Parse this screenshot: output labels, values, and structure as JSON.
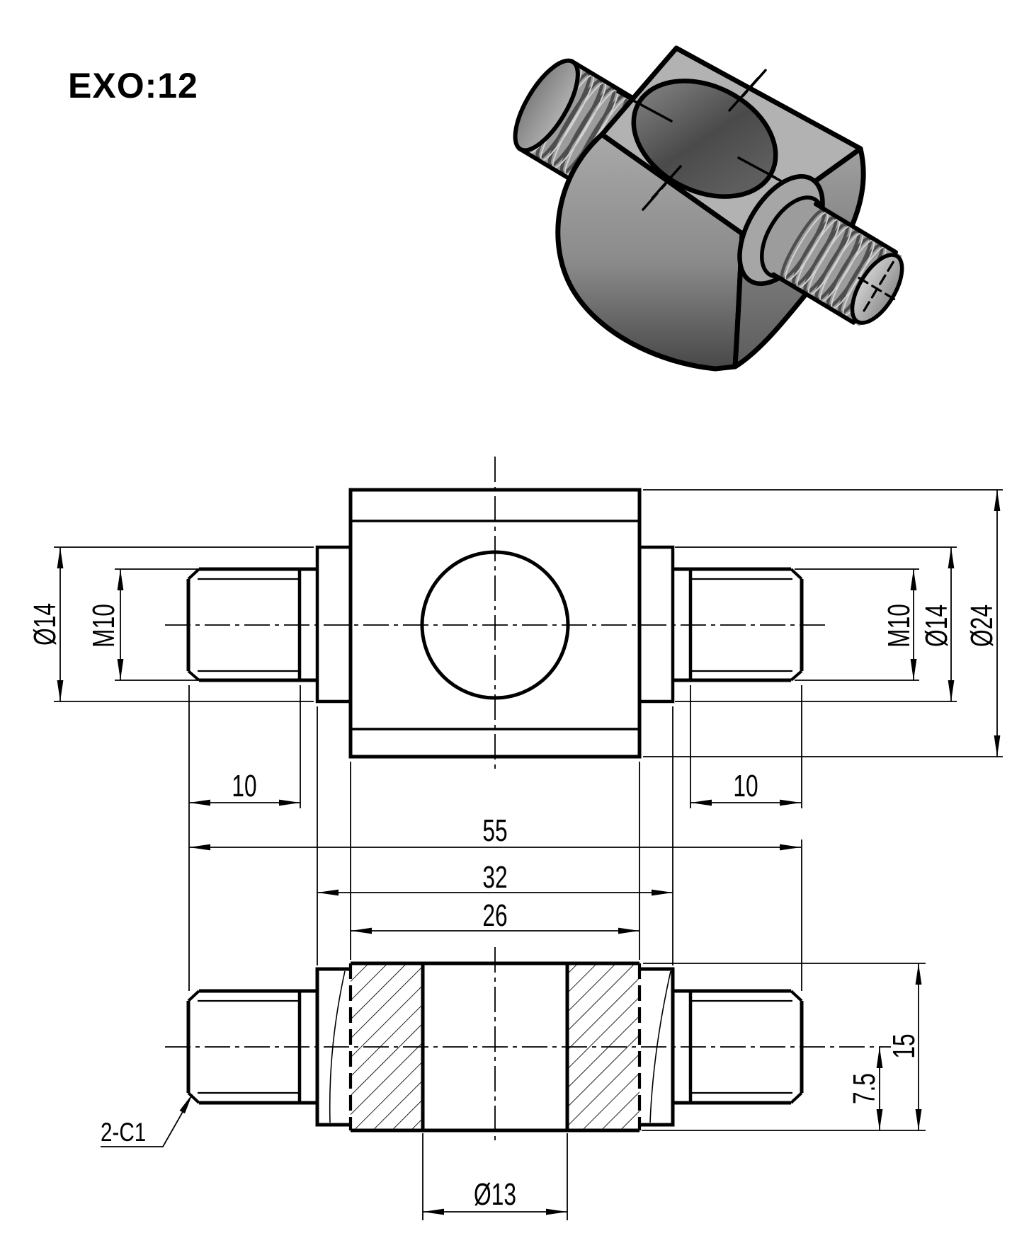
{
  "title": "EXO:12",
  "front_view": {
    "labels": {
      "left_dia": "Ø14",
      "left_thread": "M10",
      "right_thread": "M10",
      "right_dia": "Ø14",
      "right_outer_dia": "Ø24",
      "left_stud_length": "10",
      "right_stud_length": "10"
    }
  },
  "section_view": {
    "labels": {
      "overall_length": "55",
      "shoulder_span": "32",
      "body_length": "26",
      "bore_dia": "Ø13",
      "body_height": "15",
      "half_height": "7.5",
      "chamfer_note": "2-C1"
    }
  },
  "colors": {
    "line": "#000000",
    "background": "#ffffff",
    "iso_light": "#b2b2b2",
    "iso_mid": "#9c9c9c",
    "iso_dark": "#474747"
  }
}
